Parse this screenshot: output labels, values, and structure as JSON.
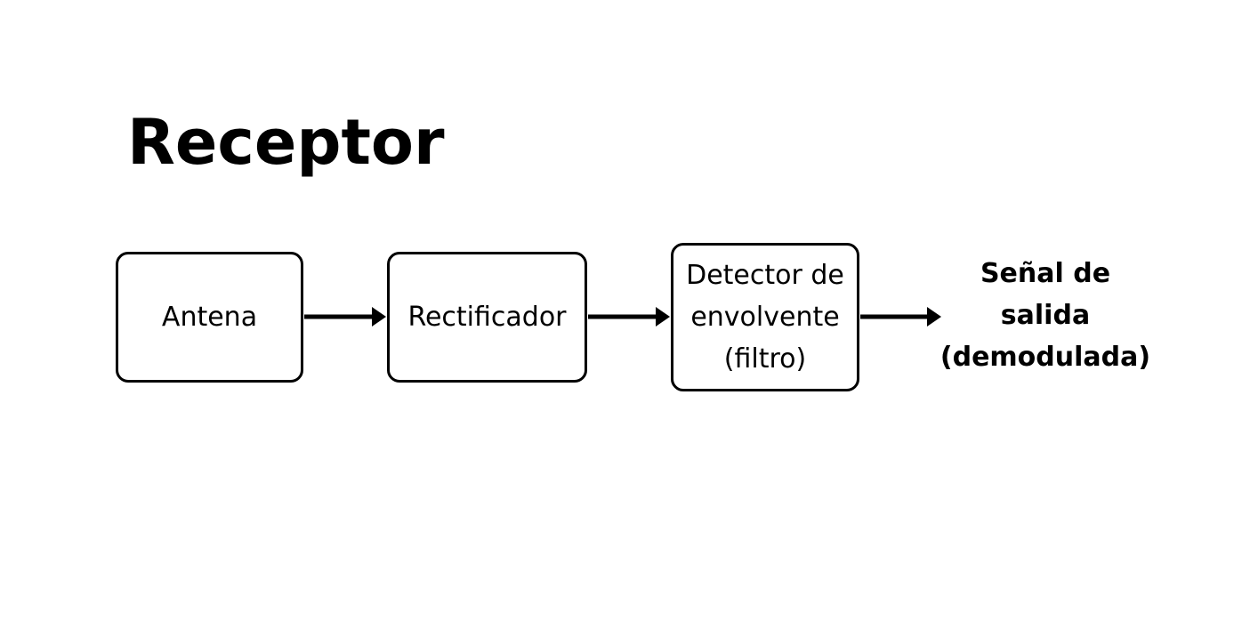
{
  "title": "Receptor",
  "blocks": [
    {
      "lines": [
        "Antena"
      ]
    },
    {
      "lines": [
        "Rectificador"
      ]
    },
    {
      "lines": [
        "Detector de",
        "envolvente",
        "(filtro)"
      ]
    }
  ],
  "output": {
    "lines": [
      "Señal de",
      "salida",
      "(demodulada)"
    ]
  },
  "colors": {
    "stroke": "#000000",
    "background": "#ffffff"
  }
}
